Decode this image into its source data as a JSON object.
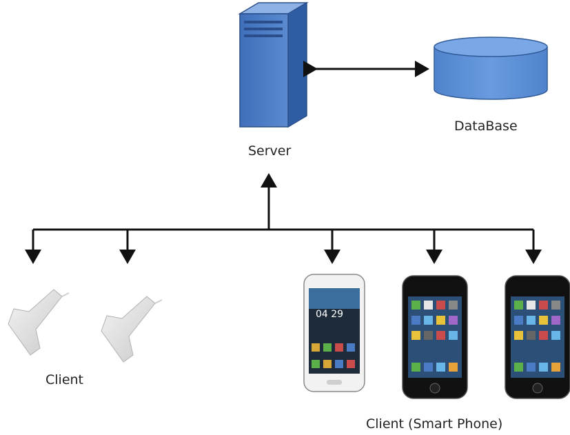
{
  "nodes": {
    "server": {
      "label": "Server",
      "icon": "server-tower-icon"
    },
    "database": {
      "label": "DataBase",
      "icon": "database-cylinder-icon"
    },
    "client_scanners": {
      "label": "Client",
      "icon": "barcode-scanner-icon",
      "count": 2
    },
    "client_phones": {
      "label": "Client (Smart Phone)",
      "icon": "smartphone-icon",
      "count": 3
    }
  },
  "phone_screen": {
    "clock": "04 29"
  },
  "colors": {
    "server_blue": "#4a7bc4",
    "database_blue": "#5b8fd4",
    "line": "#111111"
  }
}
